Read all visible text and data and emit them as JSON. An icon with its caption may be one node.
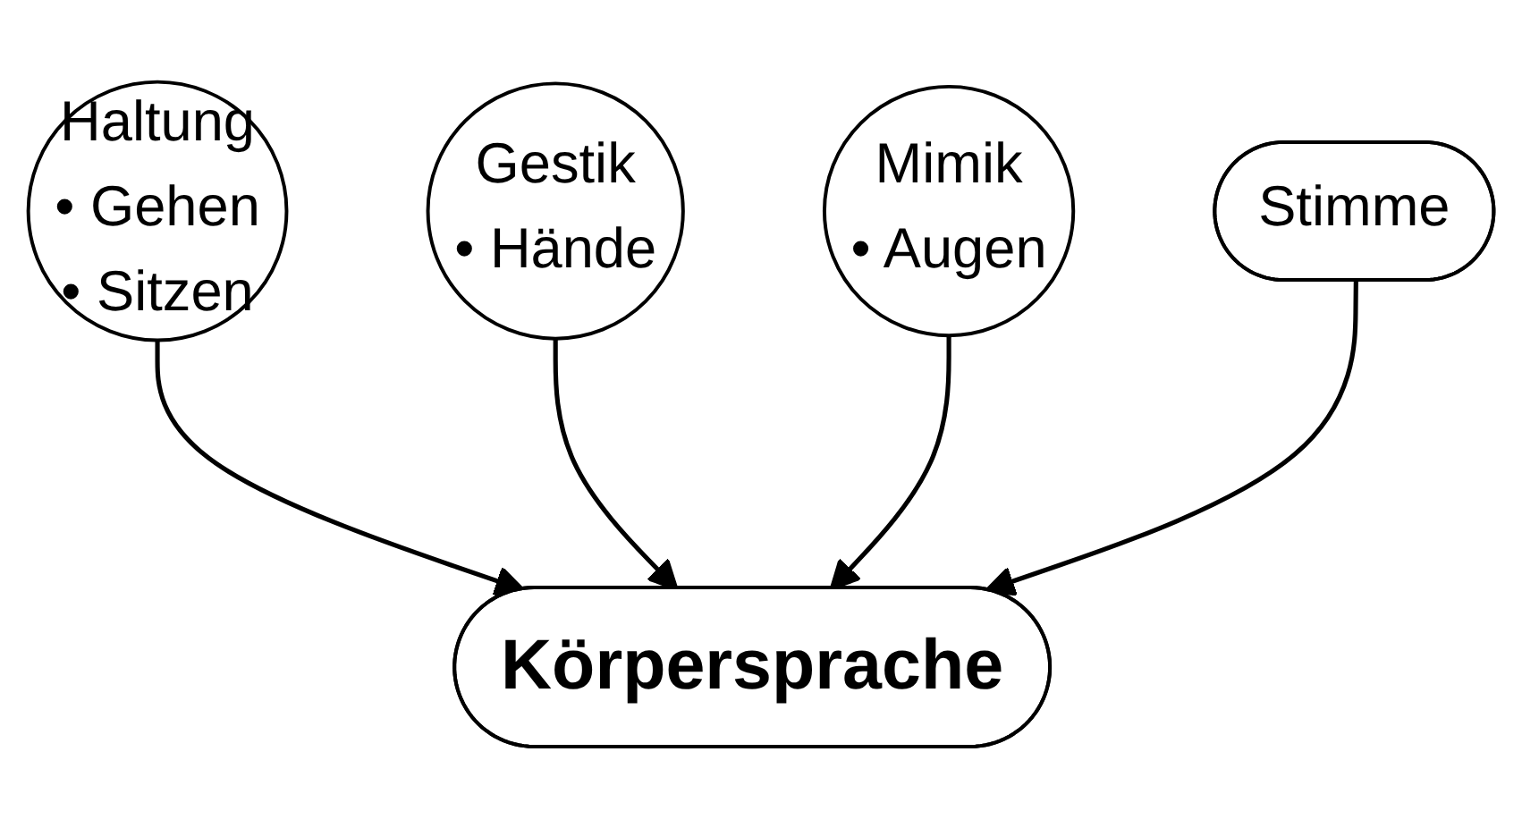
{
  "diagram": {
    "nodes": [
      {
        "text": [
          "Haltung",
          "• Gehen",
          "• Sitzen"
        ]
      },
      {
        "text": [
          "Gestik",
          "• Hände"
        ]
      },
      {
        "text": [
          "Körpersprache"
        ]
      },
      {
        "text": [
          "Mimik",
          "• Augen"
        ]
      },
      {
        "text": [
          "Stimme"
        ]
      }
    ],
    "edges": [
      {
        "from": 0,
        "to": 2,
        "arrow": "to"
      },
      {
        "from": 1,
        "to": 2,
        "arrow": "to"
      },
      {
        "from": 3,
        "to": 2,
        "arrow": "to"
      },
      {
        "from": 4,
        "to": 2,
        "arrow": "to"
      }
    ]
  }
}
